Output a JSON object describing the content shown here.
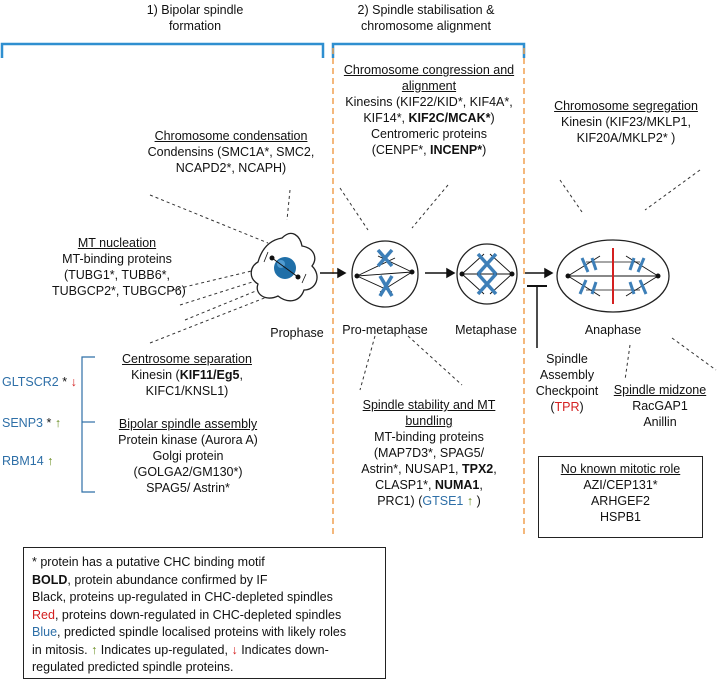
{
  "headers": {
    "phase1": "1)  Bipolar spindle formation",
    "phase1_line1": "1)  Bipolar spindle",
    "phase1_line2": "formation",
    "phase2_line1": "2) Spindle stabilisation &",
    "phase2_line2": "chromosome alignment"
  },
  "condensation": {
    "title": "Chromosome condensation",
    "line1": "Condensins (SMC1A*, SMC2,",
    "line2": "NCAPD2*, NCAPH)"
  },
  "nucleation": {
    "title": "MT nucleation",
    "line1": "MT-binding proteins",
    "line2": "(TUBG1*, TUBB6*,",
    "line3": "TUBGCP2*, TUBGCP6)"
  },
  "centrosome": {
    "title": "Centrosome separation",
    "line1_pre": "Kinesin (",
    "line1_bold": "KIF11/Eg5",
    "line1_post": ",",
    "line2": "KIFC1/KNSL1)"
  },
  "bipolar": {
    "title": "Bipolar spindle assembly",
    "line1": "Protein kinase (Aurora A)",
    "line2": "Golgi protein",
    "line3": "(GOLGA2/GM130*)",
    "line4": "SPAG5/ Astrin*"
  },
  "predicted": {
    "gltscr2": "GLTSCR2",
    "senp3": "SENP3",
    "rbm14": "RBM14",
    "star": "*"
  },
  "congression": {
    "title1": "Chromosome congression and",
    "title2": "alignment",
    "line1": "Kinesins (KIF22/KID*, KIF4A*,",
    "line2_pre": "KIF14*, ",
    "line2_bold": "KIF2C/MCAK*",
    "line2_post": ")",
    "line3": "Centromeric proteins",
    "line4_pre": "(CENPF*, ",
    "line4_bold": "INCENP*",
    "line4_post": ")"
  },
  "stability": {
    "title1": "Spindle stability and MT",
    "title2": "bundling",
    "line1": "MT-binding proteins",
    "line2": "(MAP7D3*, SPAG5/",
    "line3": "Astrin*, NUSAP1, ",
    "line3_bold": "TPX2",
    "line3_post": ",",
    "line4": "CLASP1*, ",
    "line4_bold": "NUMA1",
    "line4_post": ",",
    "line5_pre": "PRC1) (",
    "line5_blue": "GTSE1",
    "line5_post": ")"
  },
  "segregation": {
    "title": "Chromosome segregation",
    "line1": "Kinesin (KIF23/MKLP1,",
    "line2": "KIF20A/MKLP2* )"
  },
  "sac": {
    "line1": "Spindle",
    "line2": "Assembly",
    "line3": "Checkpoint",
    "tpr_pre": "(",
    "tpr": "TPR",
    "tpr_post": ")"
  },
  "midzone": {
    "title": "Spindle midzone",
    "line1": "RacGAP1",
    "line2": "Anillin"
  },
  "no_role": {
    "title": "No known mitotic role",
    "line1": "AZI/CEP131*",
    "line2": "ARHGEF2",
    "line3": "HSPB1"
  },
  "stages": {
    "prophase": "Prophase",
    "prometaphase": "Pro-metaphase",
    "metaphase": "Metaphase",
    "anaphase": "Anaphase"
  },
  "legend": {
    "l1": "* protein has a putative CHC binding motif",
    "l2_bold": "BOLD",
    "l2_rest": ", protein abundance confirmed by IF",
    "l3": "Black, proteins up-regulated in CHC-depleted spindles",
    "l4_red": "Red",
    "l4_rest": ", proteins down-regulated in CHC-depleted spindles",
    "l5_blue": "Blue",
    "l5_rest": ", predicted spindle localised proteins with likely roles",
    "l6_pre": "in mitosis.",
    "l6_up": "Indicates up-regulated,",
    "l6_down": "Indicates down-",
    "l7": "regulated predicted spindle proteins."
  },
  "colors": {
    "bracket": "#2f8fd0",
    "dashed_orange": "#f0a050",
    "chromosome": "#3d7fb8",
    "red_line": "#d42020",
    "up_arrow": "#6b8e23",
    "down_arrow": "#d42020"
  }
}
